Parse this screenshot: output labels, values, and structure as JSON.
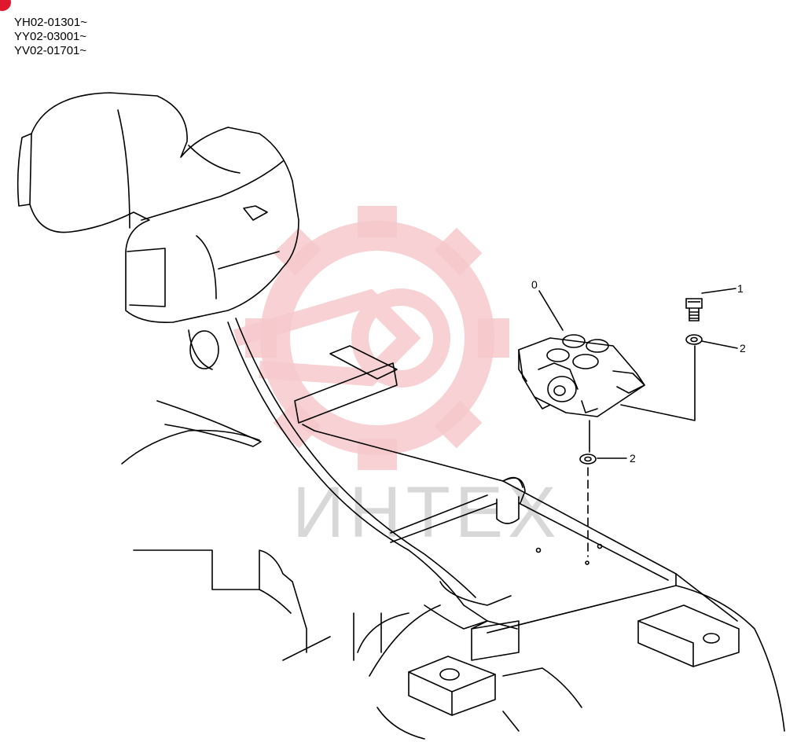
{
  "serial_ranges": [
    "YH02-01301~",
    "YY02-03001~",
    "YV02-01701~"
  ],
  "callouts": {
    "valve_assembly": "0",
    "bolt": "1",
    "washer_upper": "2",
    "washer_lower": "2"
  },
  "watermark": {
    "text": "ИНТЕХ",
    "color": "#f6c9cc"
  },
  "colors": {
    "line": "#000000",
    "badge": "#e0182d"
  }
}
